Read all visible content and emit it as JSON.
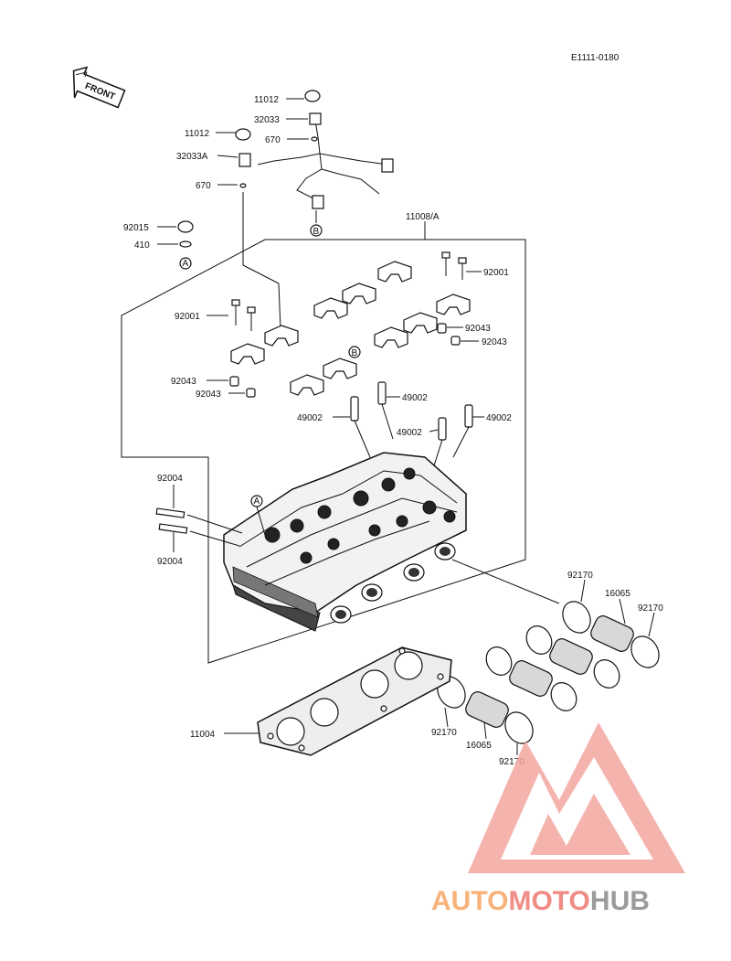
{
  "diagram": {
    "code": "E1111-0180",
    "front_label": "FRONT",
    "markers": {
      "a": "A",
      "b": "B"
    },
    "labels": {
      "l11012_top": "11012",
      "l32033": "32033",
      "l11012_left": "11012",
      "l670_top": "670",
      "l32033A": "32033A",
      "l670_low": "670",
      "l11008A": "11008/A",
      "l92015": "92015",
      "l410": "410",
      "l92001_right": "92001",
      "l92001_left": "92001",
      "l92043_r1": "92043",
      "l92043_r2": "92043",
      "l92043_l1": "92043",
      "l92043_l2": "92043",
      "l49002_a": "49002",
      "l49002_b": "49002",
      "l49002_c": "49002",
      "l49002_d": "49002",
      "l92004_top": "92004",
      "l92004_bot": "92004",
      "l92170_tr": "92170",
      "l16065_tr": "16065",
      "l92170_r": "92170",
      "l11004": "11004",
      "l92170_bl": "92170",
      "l16065_bl": "16065",
      "l92170_b": "92170"
    }
  },
  "watermark": {
    "word_orange": "AUTO",
    "word_salmon": "MOTO",
    "word_gray": "HUB",
    "colors": {
      "orange": "#f7b27a",
      "salmon": "#f08b85",
      "gray": "#9b9b9b"
    }
  }
}
